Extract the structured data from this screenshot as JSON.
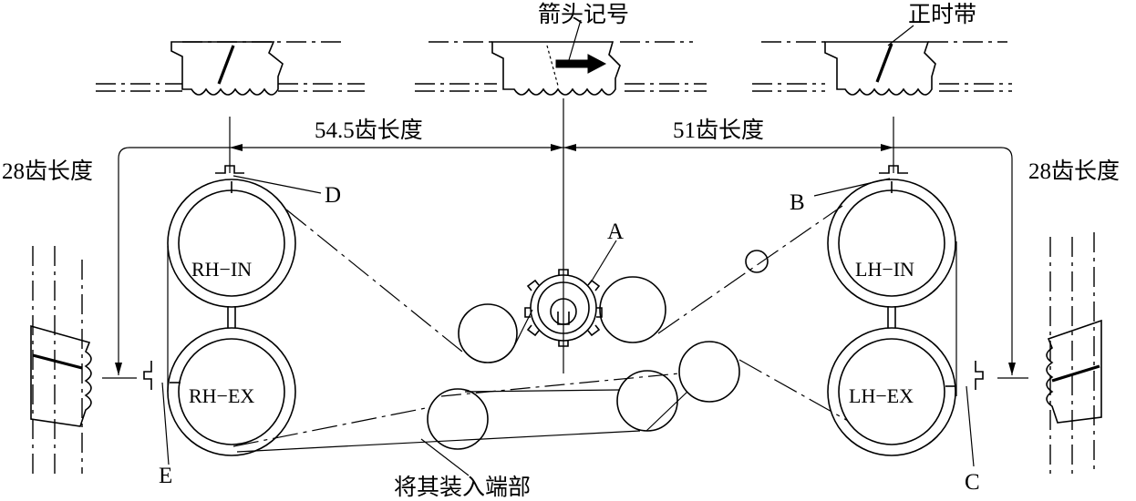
{
  "labels": {
    "arrow_mark": "箭头记号",
    "timing_belt": "正时带",
    "len_left": "54.5齿长度",
    "len_right": "51齿长度",
    "side_left": "28齿长度",
    "side_right": "28齿长度",
    "install_end": "将其装入端部",
    "rh_in": "RH−IN",
    "rh_ex": "RH−EX",
    "lh_in": "LH−IN",
    "lh_ex": "LH−EX",
    "a": "A",
    "b": "B",
    "c": "C",
    "d": "D",
    "e": "E"
  }
}
